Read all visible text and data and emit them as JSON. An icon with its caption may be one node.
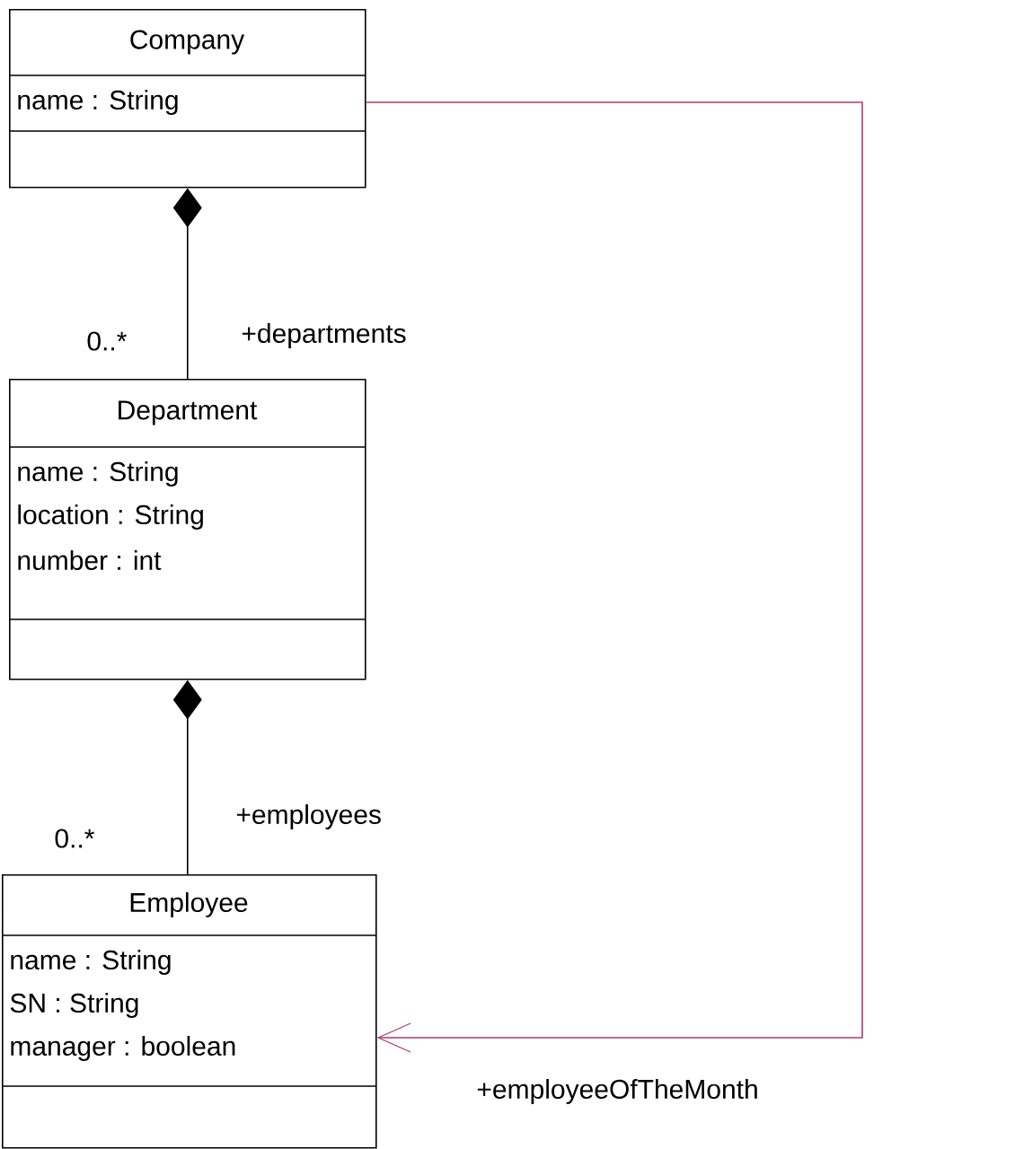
{
  "diagram": {
    "nodes": [
      {
        "text": [
          "Company",
          "name : String"
        ]
      },
      {
        "text": [
          "Department",
          "name : String",
          "location : String",
          "number : int"
        ]
      },
      {
        "text": [
          "Employee",
          "name : String",
          "SN : String",
          "manager : boolean"
        ]
      }
    ],
    "edges": [
      {
        "from": 0,
        "to": 1,
        "arrow": "other",
        "label": "+departments"
      },
      {
        "from": 1,
        "to": 2,
        "arrow": "other",
        "label": "+employees"
      },
      {
        "from": 0,
        "to": 2,
        "arrow": "to",
        "label": "+employeeOfTheMonth",
        "color": "#b03a6e"
      }
    ],
    "labels": [
      "0..*",
      "0..*"
    ]
  }
}
